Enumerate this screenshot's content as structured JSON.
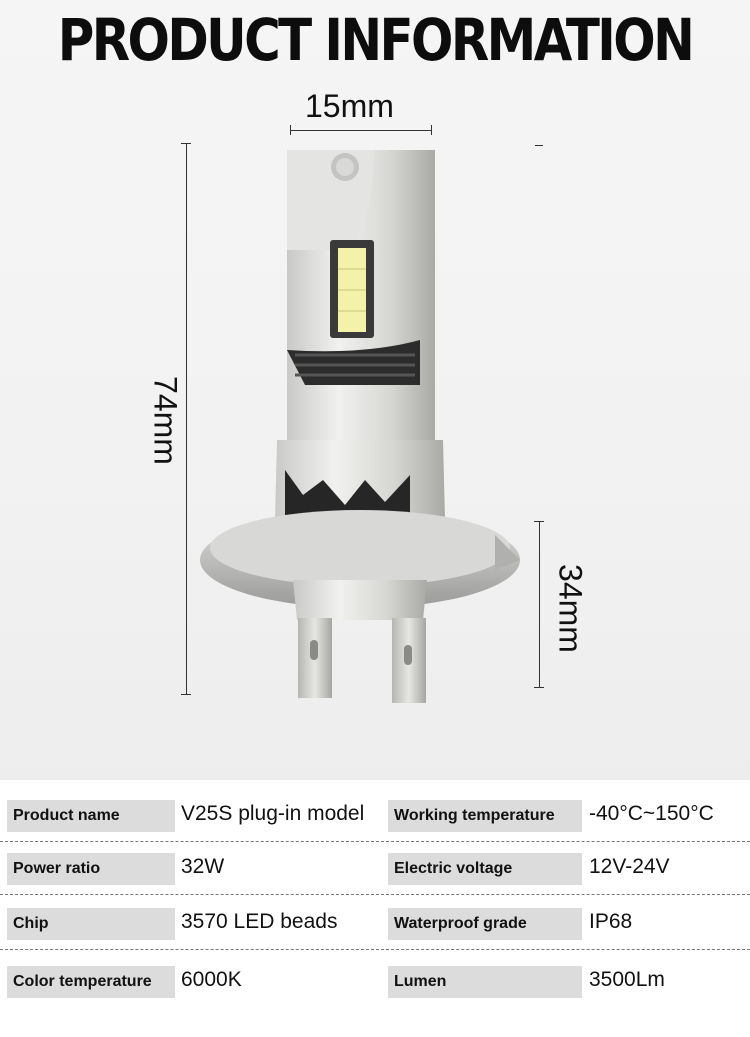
{
  "title": "PRODUCT INFORMATION",
  "dimensions": {
    "width": "15mm",
    "length": "74mm",
    "base": "34mm"
  },
  "specs": [
    {
      "label": "Product name",
      "value": "V25S plug-in model",
      "label2": "Working temperature",
      "value2": "-40°C~150°C"
    },
    {
      "label": "Power ratio",
      "value": "32W",
      "label2": "Electric voltage",
      "value2": "12V-24V"
    },
    {
      "label": "Chip",
      "value": "3570 LED beads",
      "label2": "Waterproof grade",
      "value2": "IP68"
    },
    {
      "label": "Color temperature",
      "value": "6000K",
      "label2": "Lumen",
      "value2": "3500Lm"
    }
  ]
}
